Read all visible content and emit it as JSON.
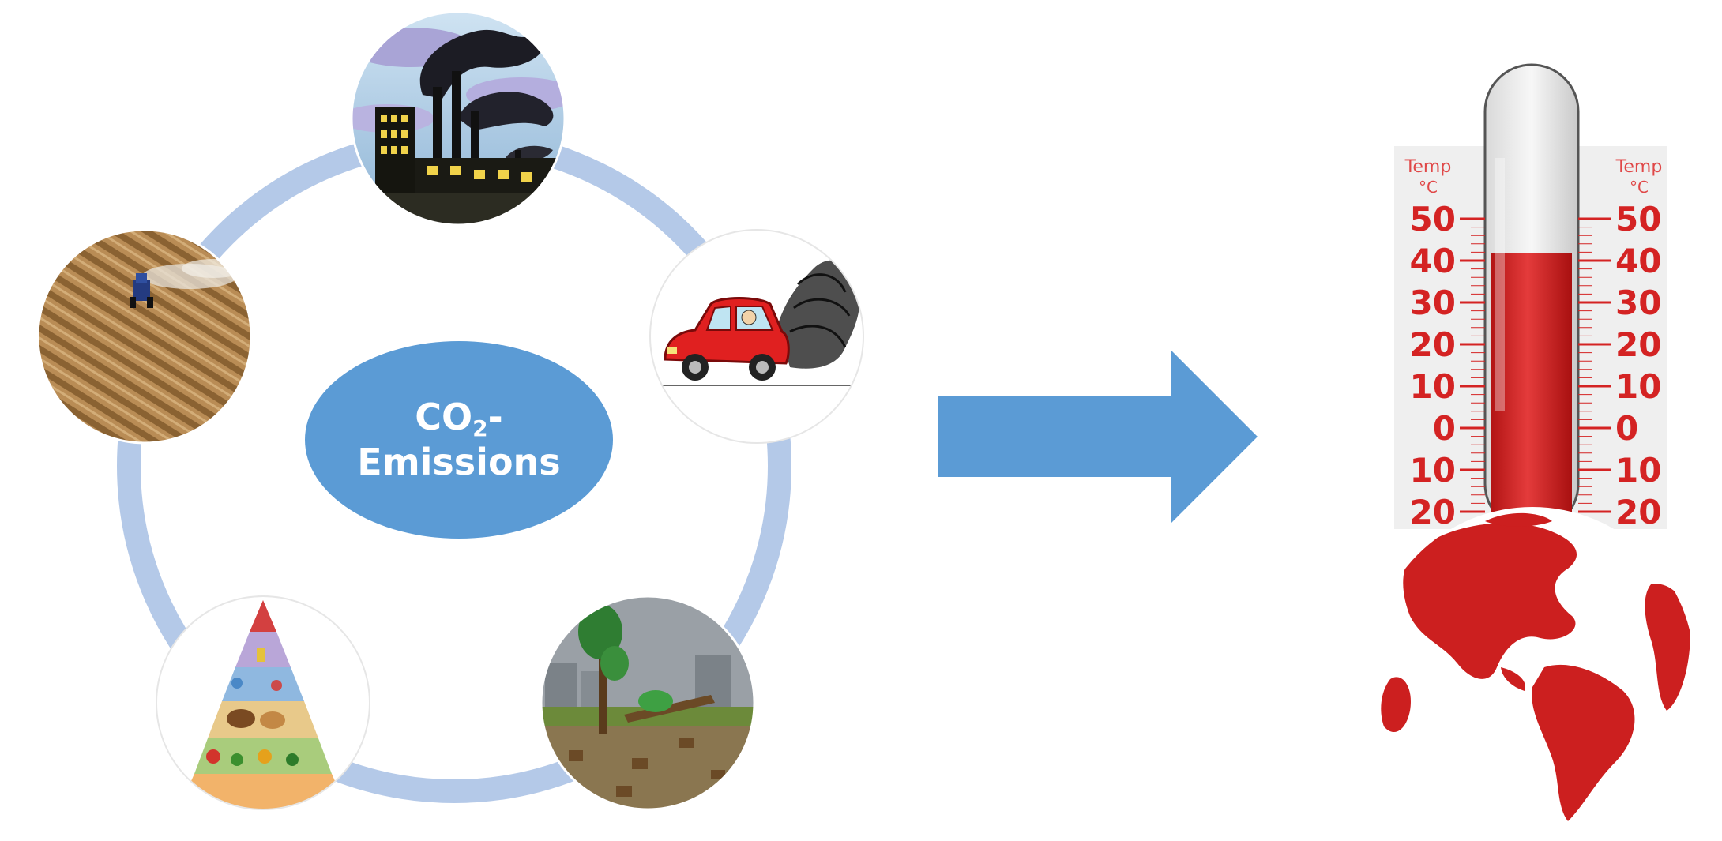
{
  "center": {
    "line1_main": "CO",
    "line1_sub": "2",
    "line1_tail": "-",
    "line2": "Emissions"
  },
  "sources": [
    {
      "icon": "factory-smokestacks-icon"
    },
    {
      "icon": "polluting-car-icon"
    },
    {
      "icon": "deforestation-icon"
    },
    {
      "icon": "food-pyramid-icon"
    },
    {
      "icon": "tractor-field-icon"
    }
  ],
  "arrow": {
    "icon": "right-arrow-icon"
  },
  "thermometer": {
    "left_header": "Temp",
    "left_unit": "°C",
    "right_header": "Temp",
    "right_unit": "°C",
    "scale": [
      "50",
      "40",
      "30",
      "20",
      "10",
      "0",
      "10",
      "20"
    ],
    "fill_level_celsius": 41
  },
  "globe": {
    "icon": "red-globe-icon"
  },
  "colors": {
    "center_ellipse": "#5b9bd5",
    "ring": "#b4c9e8",
    "arrow": "#5b9bd5",
    "thermometer_red": "#d42323",
    "globe_red": "#cc1f1f"
  }
}
